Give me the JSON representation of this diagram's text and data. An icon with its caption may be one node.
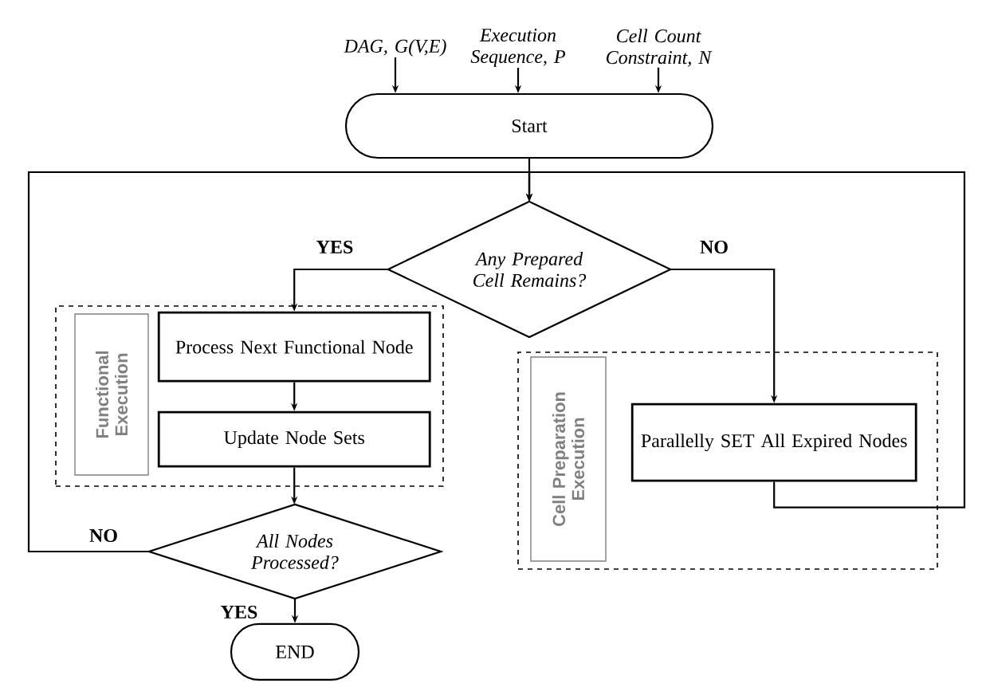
{
  "diagram": {
    "nodes": [
      {
        "text": [
          "DAG, G(V,E)"
        ]
      },
      {
        "text": [
          "Execution Sequence, P"
        ]
      },
      {
        "text": [
          "Cell Count Constraint, N"
        ]
      },
      {
        "text": [
          "Start"
        ]
      },
      {
        "text": [
          "Any Prepared Cell Remains?"
        ]
      },
      {
        "text": [
          "Functional Execution"
        ]
      },
      {
        "text": [
          "Process Next Functional Node"
        ],
        "in": 5
      },
      {
        "text": [
          "Update Node Sets"
        ],
        "in": 5
      },
      {
        "text": [
          "All Nodes Processed?"
        ]
      },
      {
        "text": [
          "END"
        ]
      },
      {
        "text": [
          "Cell Preparation Execution"
        ]
      },
      {
        "text": [
          "Parallelly SET All Expired Nodes"
        ],
        "in": 10
      }
    ],
    "edges": [
      {
        "from": 0,
        "to": 3,
        "arrow": "to"
      },
      {
        "from": 1,
        "to": 3,
        "arrow": "to"
      },
      {
        "from": 2,
        "to": 3,
        "arrow": "to"
      },
      {
        "from": 3,
        "to": 4,
        "arrow": "to"
      },
      {
        "from": 4,
        "to": 6,
        "arrow": "to",
        "label": "YES"
      },
      {
        "from": 6,
        "to": 7,
        "arrow": "to"
      },
      {
        "from": 7,
        "to": 8,
        "arrow": "to"
      },
      {
        "from": 8,
        "to": 9,
        "arrow": "to",
        "label": "YES"
      },
      {
        "from": 8,
        "to": 4,
        "arrow": "to",
        "label": "NO"
      },
      {
        "from": 4,
        "to": 11,
        "arrow": "to",
        "label": "NO"
      },
      {
        "from": 11,
        "to": 4,
        "arrow": "to"
      }
    ]
  }
}
